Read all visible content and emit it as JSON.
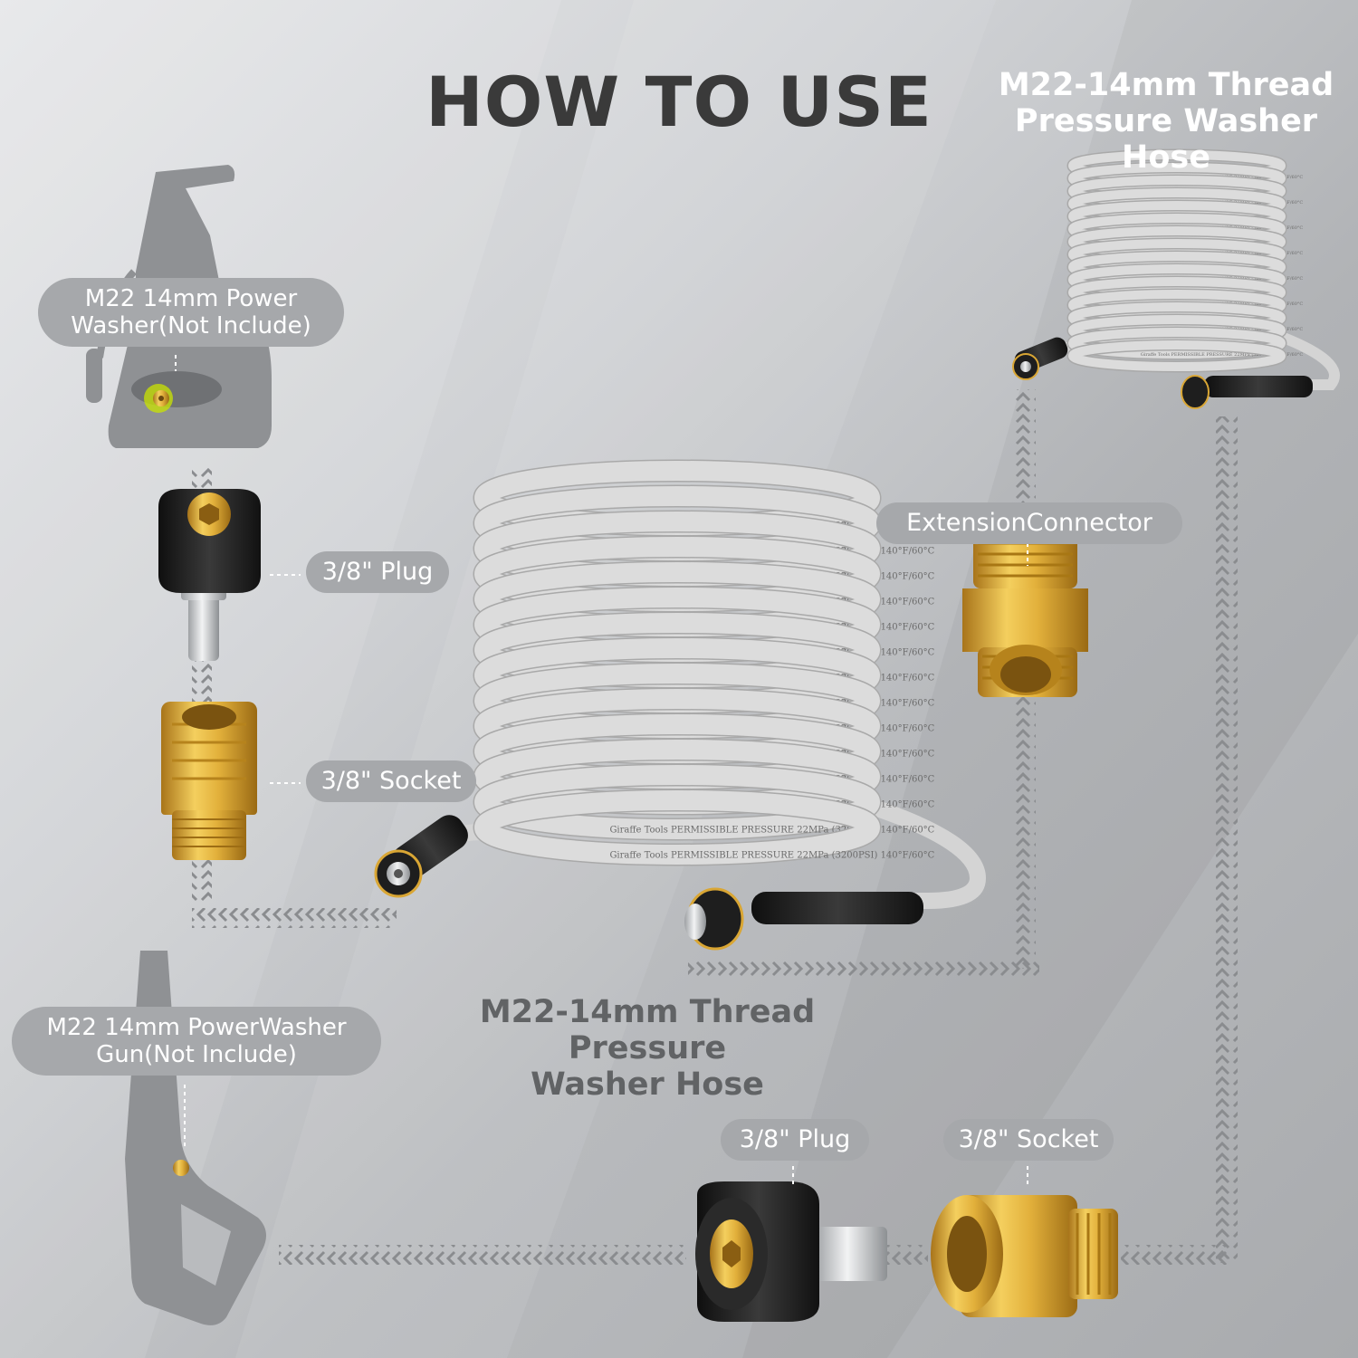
{
  "title": "HOW TO USE",
  "top_right_title": {
    "line1": "M22-14mm Thread",
    "line2": "Pressure Washer Hose"
  },
  "center_title": {
    "line1": "M22-14mm Thread Pressure",
    "line2": "Washer Hose"
  },
  "labels": {
    "washer": {
      "line1": "M22 14mm Power",
      "line2": "Washer(Not Include)"
    },
    "gun": {
      "line1": "M22 14mm PowerWasher",
      "line2": "Gun(Not Include)"
    },
    "plug_left": "3/8\" Plug",
    "socket_left": "3/8\" Socket",
    "extension": "ExtensionConnector",
    "plug_bottom": "3/8\" Plug",
    "socket_bottom": "3/8\" Socket"
  },
  "hose_print": {
    "brand": "Giraffe Tools",
    "spec": "PERMISSIBLE PRESSURE 22MPa (3200PSI) 140°F/60°C"
  },
  "colors": {
    "title": "#3a3a3a",
    "label_bg": "#a6a8ab",
    "label_text": "#ffffff",
    "hose": "#dcdcdc",
    "brass": "#d9a634",
    "rubber": "#1e1e1e",
    "silhouette": "#8f9194",
    "arrow": "#8a8c8f",
    "highlight": "#c9e400"
  },
  "icons": [
    "power-washer-silhouette-icon",
    "spray-gun-silhouette-icon",
    "coiled-hose-icon",
    "m22-plug-fitting-icon",
    "quick-connect-socket-icon",
    "extension-connector-icon",
    "chevron-arrow-path-icon"
  ]
}
